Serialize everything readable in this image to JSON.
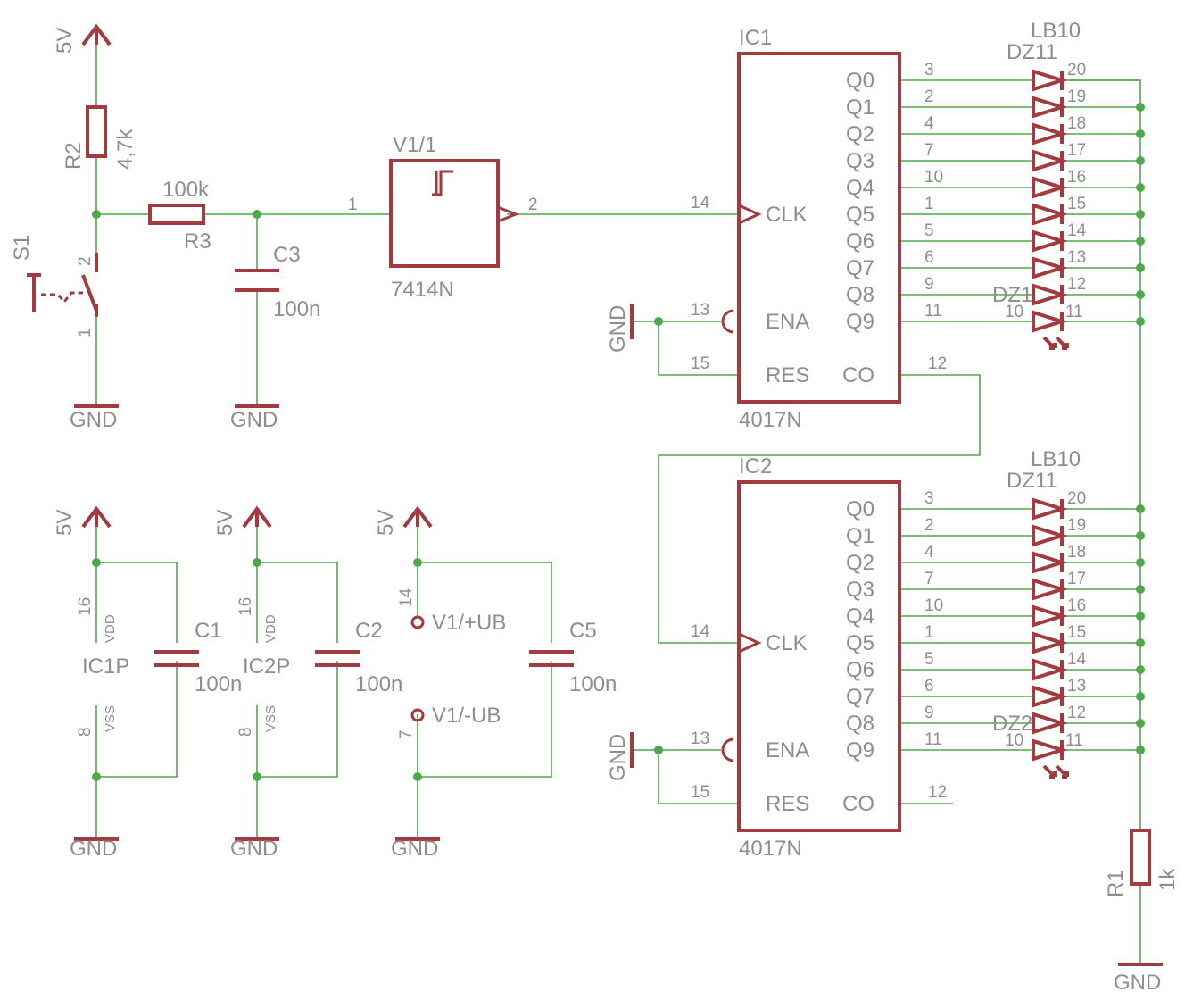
{
  "colors": {
    "wire": "#4ea84e",
    "part": "#a23a3e",
    "label": "#8e8e8e",
    "background": "#ffffff"
  },
  "labels": {
    "supply": "5V",
    "ground": "GND",
    "r2": "R2",
    "r2_value": "4,7k",
    "r3": "R3",
    "r3_value": "100k",
    "c3": "C3",
    "c3_value": "100n",
    "s1": "S1",
    "s1_pin2": "2",
    "s1_pin1": "1",
    "v1": "V1/1",
    "v1_part": "7414N",
    "v1_pin_in": "1",
    "v1_pin_out": "2",
    "ic1": "IC1",
    "ic2": "IC2",
    "ic_part": "4017N",
    "clk": "CLK",
    "ena": "ENA",
    "res": "RES",
    "co": "CO",
    "pin_clk": "14",
    "pin_ena": "13",
    "pin_res": "15",
    "pin_co": "12",
    "c1": "C1",
    "c2": "C2",
    "c5": "C5",
    "cap_value": "100n",
    "ic1p": "IC1P",
    "ic2p": "IC2P",
    "vdd": "VDD",
    "vss": "VSS",
    "pin_vdd": "16",
    "pin_vss": "8",
    "v1_ub_plus": "V1/+UB",
    "v1_ub_minus": "V1/-UB",
    "pin_ub_plus": "14",
    "pin_ub_minus": "7",
    "r1": "R1",
    "r1_value": "1k",
    "lb": "LB10",
    "dz_top": "DZ11",
    "dz_ic1_last": "DZ1",
    "dz_ic2_last": "DZ2",
    "led_pin_last_left": "10",
    "led_pin_last_right": "11"
  },
  "outputs": [
    {
      "name": "Q0",
      "pin": "3",
      "led_pin": "20"
    },
    {
      "name": "Q1",
      "pin": "2",
      "led_pin": "19"
    },
    {
      "name": "Q2",
      "pin": "4",
      "led_pin": "18"
    },
    {
      "name": "Q3",
      "pin": "7",
      "led_pin": "17"
    },
    {
      "name": "Q4",
      "pin": "10",
      "led_pin": "16"
    },
    {
      "name": "Q5",
      "pin": "1",
      "led_pin": "15"
    },
    {
      "name": "Q6",
      "pin": "5",
      "led_pin": "14"
    },
    {
      "name": "Q7",
      "pin": "6",
      "led_pin": "13"
    },
    {
      "name": "Q8",
      "pin": "9",
      "led_pin": "12"
    },
    {
      "name": "Q9",
      "pin": "11",
      "led_pin": "11"
    }
  ]
}
